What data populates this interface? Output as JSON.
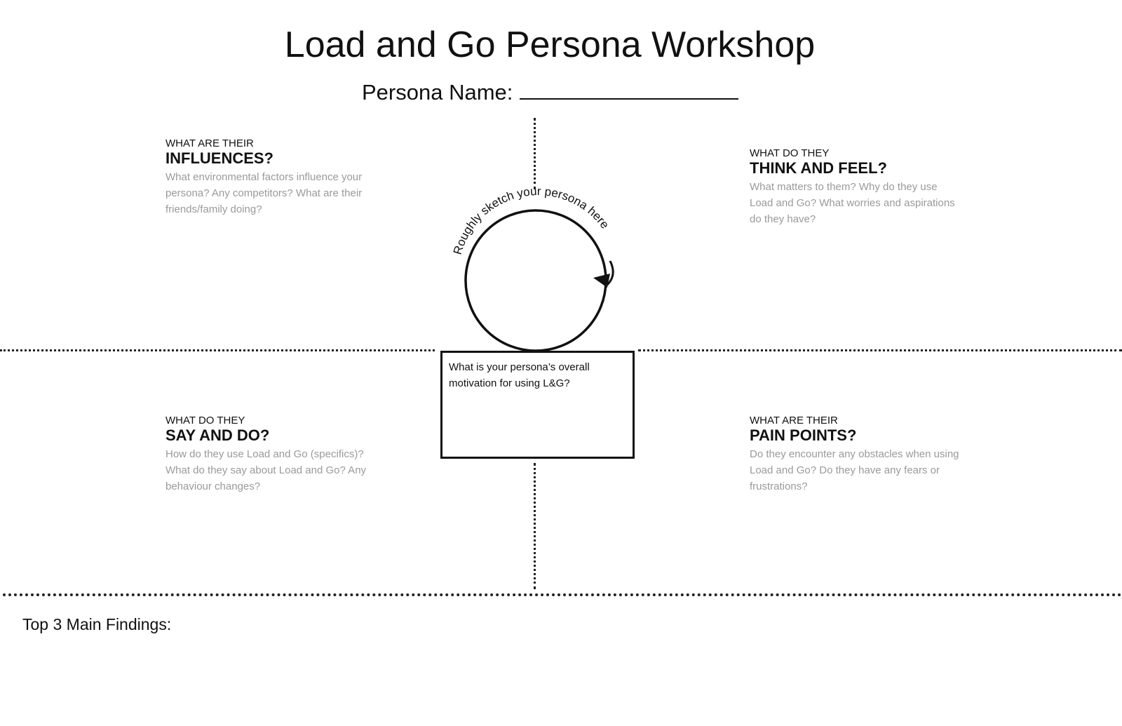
{
  "title": "Load and Go Persona Workshop",
  "persona_name_label": "Persona Name:",
  "sketch_prompt": "Roughly sketch your persona here",
  "quadrants": {
    "influences": {
      "small": "WHAT ARE THEIR",
      "big": "INFLUENCES?",
      "desc": "What environmental factors influence your persona? Any competitors? What are their friends/family doing?"
    },
    "think_feel": {
      "small": "WHAT DO THEY",
      "big": "THINK AND FEEL?",
      "desc": "What matters to them? Why do they use Load and Go? What worries and aspirations do they have?"
    },
    "say_do": {
      "small": "WHAT DO THEY",
      "big": "SAY AND DO?",
      "desc": "How do they use Load and Go (specifics)? What do they say about Load and Go? Any behaviour changes?"
    },
    "pain_points": {
      "small": "WHAT ARE THEIR",
      "big": "PAIN POINTS?",
      "desc": "Do they encounter any obstacles when using Load and Go? Do they have any fears or frustrations?"
    }
  },
  "motivation_question": "What is your persona’s overall motivation for using L&G?",
  "findings_label": "Top 3 Main Findings:"
}
